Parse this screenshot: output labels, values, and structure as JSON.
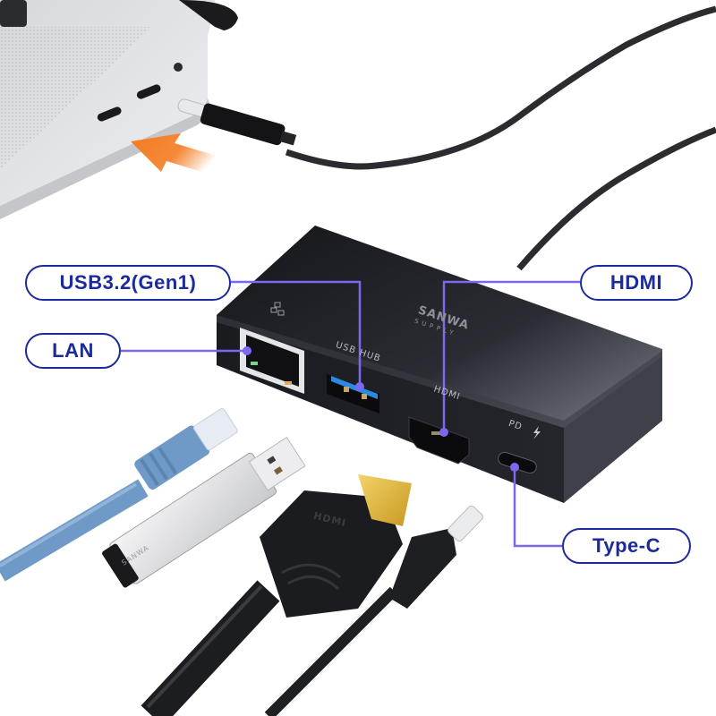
{
  "product": {
    "brand": "SANWA SUPPLY",
    "brand_top": "SANWA",
    "brand_bottom": "SUPPLY",
    "drive_brand": "SANWA",
    "hdmi_plug_logo": "HDMI"
  },
  "callouts": [
    {
      "id": "usb",
      "label": "USB3.2(Gen1)"
    },
    {
      "id": "lan",
      "label": "LAN"
    },
    {
      "id": "hdmi",
      "label": "HDMI"
    },
    {
      "id": "typec",
      "label": "Type-C"
    }
  ],
  "port_labels": {
    "lan_icon": "network-icon",
    "usb_hub": "USB HUB",
    "hdmi": "HDMI",
    "pd": "PD",
    "pd_icon": "lightning-icon"
  },
  "colors": {
    "callout_border": "#1d2b9a",
    "callout_text": "#1d2b9a",
    "leader_line": "#7b68ee",
    "arrow": "#f47a20",
    "hub_body": "#1b1c21",
    "lan_cable": "#6f9ac7",
    "usb_blue": "#2a8ae0",
    "hdmi_gold": "#e0b63a",
    "laptop": "#e6e7ea"
  },
  "arrow": {
    "direction": "insert",
    "icon": "arrow-up-left-icon"
  }
}
